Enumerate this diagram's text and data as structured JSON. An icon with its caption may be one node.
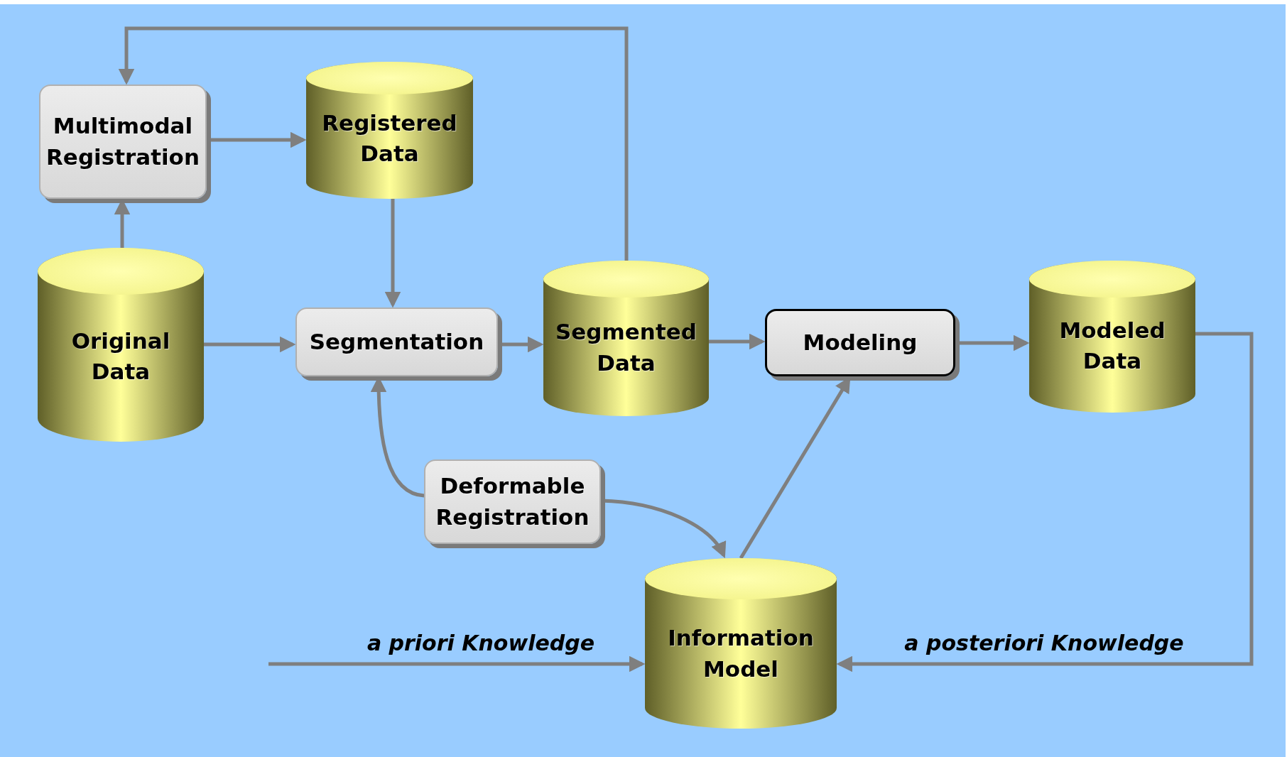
{
  "diagram": {
    "nodes": [
      {
        "text": [
          "Multimodal Registration"
        ]
      },
      {
        "text": [
          "Registered Data"
        ]
      },
      {
        "text": [
          "Original Data"
        ]
      },
      {
        "text": [
          "Segmentation"
        ]
      },
      {
        "text": [
          "Segmented Data"
        ]
      },
      {
        "text": [
          "Modeling"
        ]
      },
      {
        "text": [
          "Modeled Data"
        ]
      },
      {
        "text": [
          "Deformable Registration"
        ]
      },
      {
        "text": [
          "Information Model"
        ]
      }
    ],
    "edges": [
      {
        "from": 2,
        "to": 0,
        "arrow": "to"
      },
      {
        "from": 0,
        "to": 1,
        "arrow": "to"
      },
      {
        "from": 1,
        "to": 3,
        "arrow": "to"
      },
      {
        "from": 2,
        "to": 3,
        "arrow": "to"
      },
      {
        "from": 3,
        "to": 4,
        "arrow": "to"
      },
      {
        "from": 4,
        "to": 0,
        "arrow": "to"
      },
      {
        "from": 4,
        "to": 5,
        "arrow": "to"
      },
      {
        "from": 5,
        "to": 6,
        "arrow": "to"
      },
      {
        "from": 7,
        "to": 3,
        "arrow": "to"
      },
      {
        "from": 7,
        "to": 8,
        "arrow": "to"
      },
      {
        "from": 8,
        "to": 5,
        "arrow": "to"
      },
      {
        "from": 6,
        "to": 8,
        "arrow": "to",
        "label": "a posteriori Knowledge"
      },
      {
        "from": null,
        "to": 8,
        "arrow": "to",
        "label": "a priori Knowledge"
      }
    ]
  }
}
